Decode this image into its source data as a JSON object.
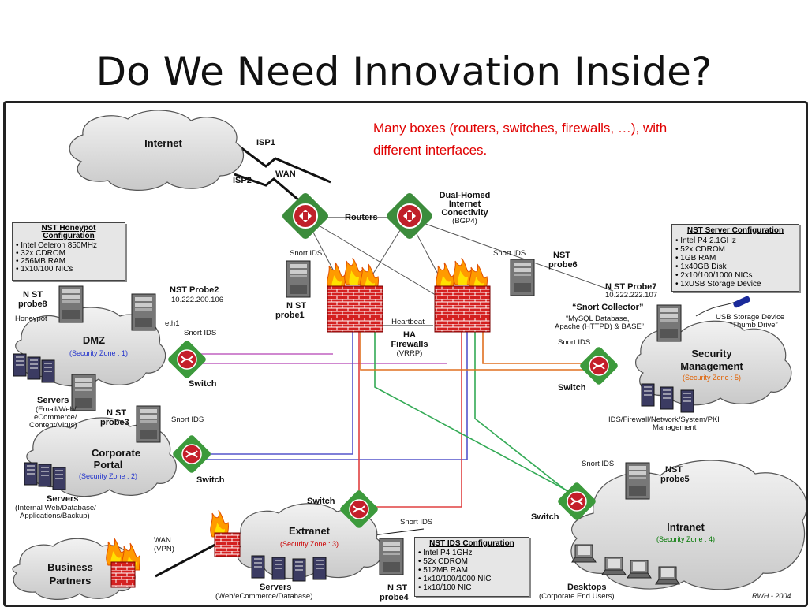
{
  "title": "Do We Need Innovation Inside?",
  "annotation": {
    "line1": "Many boxes (routers, switches, firewalls, …), with",
    "line2": "different interfaces."
  },
  "clouds": {
    "internet": "Internet",
    "dmz": {
      "name": "DMZ",
      "zone": "(Security Zone : 1)"
    },
    "corporate": {
      "name1": "Corporate",
      "name2": "Portal",
      "zone": "(Security Zone : 2)"
    },
    "extranet": {
      "name": "Extranet",
      "zone": "(Security Zone : 3)"
    },
    "partners": {
      "name1": "Business",
      "name2": "Partners"
    },
    "security": {
      "name1": "Security",
      "name2": "Management",
      "zone": "(Security Zone : 5)"
    },
    "intranet": {
      "name": "Intranet",
      "zone": "(Security Zone : 4)"
    }
  },
  "links": {
    "isp1": "ISP1",
    "isp2": "ISP2",
    "wan": "WAN",
    "wan_vpn1": "WAN",
    "wan_vpn2": "(VPN)",
    "heartbeat": "Heartbeat",
    "eth1": "eth1"
  },
  "routers": {
    "label": "Routers",
    "dual1": "Dual-Homed",
    "dual2": "Internet",
    "dual3": "Conectivity",
    "dual4": "(BGP4)"
  },
  "firewalls": {
    "name1": "HA",
    "name2": "Firewalls",
    "sub": "(VRRP)"
  },
  "switch_label": "Switch",
  "snort_ids": "Snort IDS",
  "probes": {
    "probe1": {
      "l1": "N ST",
      "l2": "probe1"
    },
    "probe2": {
      "name": "NST Probe2",
      "ip": "10.222.200.106"
    },
    "probe3": {
      "l1": "N ST",
      "l2": "probe3"
    },
    "probe4": {
      "l1": "N ST",
      "l2": "probe4"
    },
    "probe5": {
      "l1": "NST",
      "l2": "probe5"
    },
    "probe6": {
      "l1": "NST",
      "l2": "probe6"
    },
    "probe7": {
      "name": "N ST Probe7",
      "ip": "10.222.222.107",
      "collector": "“Snort Collector”",
      "db1": "“MySQL Database,",
      "db2": "Apache (HTTPD) & BASE”"
    },
    "probe8": {
      "l1": "N ST",
      "l2": "probe8",
      "sub": "Honeypot"
    }
  },
  "usb": {
    "l1": "USB Storage Device",
    "l2": "“Thumb Drive”"
  },
  "servers": {
    "dmz": {
      "title": "Servers",
      "l1": "(Email/Web/",
      "l2": "eCommerce/",
      "l3": "Content/Virus)"
    },
    "corporate": {
      "title": "Servers",
      "l1": "(Internal Web/Database/",
      "l2": "Applications/Backup)"
    },
    "extranet": {
      "title": "Servers",
      "l1": "(Web/eCommerce/Database)"
    },
    "security": {
      "l1": "IDS/Firewall/Network/System/PKI",
      "l2": "Management"
    },
    "desktops": {
      "title": "Desktops",
      "l1": "(Corporate End Users)"
    }
  },
  "boxes": {
    "honeypot": {
      "title1": "NST Honeypot",
      "title2": "Configuration",
      "items": [
        "Intel Celeron 850MHz",
        "32x CDROM",
        "256MB RAM",
        "1x10/100 NICs"
      ]
    },
    "server": {
      "title": "NST Server Configuration",
      "items": [
        "Intel P4 2.1GHz",
        "52x CDROM",
        "1GB RAM",
        "1x40GB Disk",
        "2x10/100/1000 NICs",
        "1xUSB Storage Device"
      ]
    },
    "ids": {
      "title": "NST IDS Configuration",
      "items": [
        "Intel P4 1GHz",
        "52x CDROM",
        "512MB RAM",
        "1x10/100/1000 NIC",
        "1x10/100 NIC"
      ]
    }
  },
  "signature": "RWH - 2004",
  "colors": {
    "annotation": "#e00000",
    "zone_blue": "#2233cc",
    "zone_orange": "#e06000",
    "zone_red": "#cc0000",
    "zone_green": "#007700",
    "firewall": "#d42020",
    "flame": "#ff9a00",
    "router": "#c0202a",
    "device_green": "#3c9a3c"
  }
}
